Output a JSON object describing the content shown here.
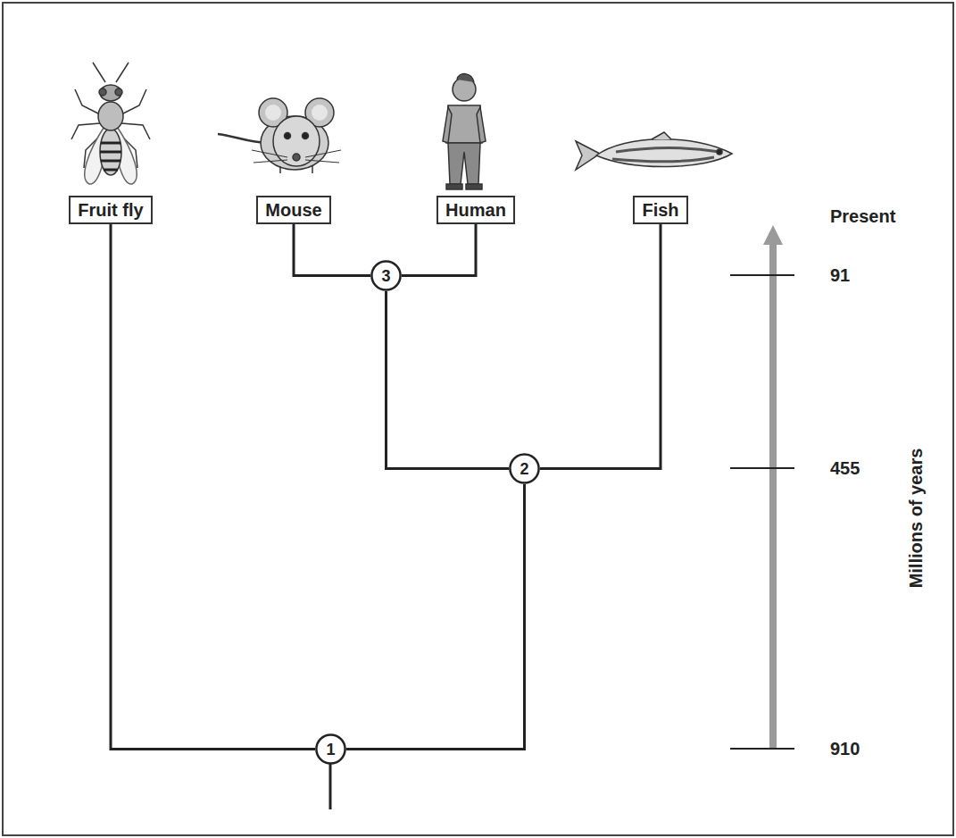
{
  "diagram": {
    "nodes": [
      {
        "text": [
          "Fruit fly"
        ]
      },
      {
        "text": [
          "Mouse"
        ]
      },
      {
        "text": [
          "Human"
        ]
      },
      {
        "text": [
          "Fish"
        ]
      },
      {
        "text": [
          "3"
        ]
      },
      {
        "text": [
          "2"
        ]
      },
      {
        "text": [
          "1"
        ]
      }
    ],
    "edges": [
      {
        "from": 6,
        "to": 0,
        "arrow": "none"
      },
      {
        "from": 6,
        "to": 5,
        "arrow": "none"
      },
      {
        "from": 5,
        "to": 4,
        "arrow": "none"
      },
      {
        "from": 5,
        "to": 3,
        "arrow": "none"
      },
      {
        "from": 4,
        "to": 1,
        "arrow": "none"
      },
      {
        "from": 4,
        "to": 2,
        "arrow": "none"
      }
    ],
    "labels": [
      "Present",
      "91",
      "455",
      "910",
      "Millions of years"
    ]
  }
}
